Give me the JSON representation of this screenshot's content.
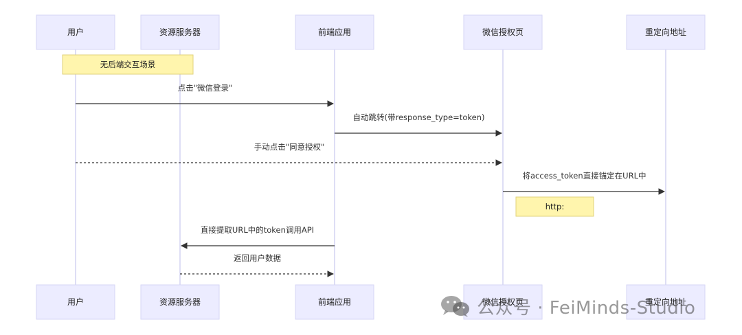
{
  "actors": [
    {
      "label": "用户"
    },
    {
      "label": "资源服务器"
    },
    {
      "label": "前端应用"
    },
    {
      "label": "微信授权页"
    },
    {
      "label": "重定向地址"
    }
  ],
  "notes": [
    {
      "text": "无后端交互场景",
      "over": [
        0,
        1
      ]
    },
    {
      "text": "http:",
      "over": [
        3,
        3
      ]
    }
  ],
  "messages": [
    {
      "from": 0,
      "to": 2,
      "text": "点击\"微信登录\"",
      "style": "solid"
    },
    {
      "from": 2,
      "to": 3,
      "text": "自动跳转(带response_type=token)",
      "style": "solid"
    },
    {
      "from": 0,
      "to": 3,
      "text": "手动点击\"同意授权\"",
      "style": "dotted"
    },
    {
      "from": 3,
      "to": 4,
      "text": "将access_token直接锚定在URL中",
      "style": "solid"
    },
    {
      "from": 2,
      "to": 1,
      "text": "直接提取URL中的token调用API",
      "style": "solid"
    },
    {
      "from": 1,
      "to": 2,
      "text": "返回用户数据",
      "style": "dotted"
    }
  ],
  "colors": {
    "actor_fill": "#ececff",
    "note_fill": "#fff5ad",
    "line": "#333333"
  },
  "watermark": {
    "icon": "wechat-icon",
    "text": "公众号 · FeiMinds-Studio"
  }
}
